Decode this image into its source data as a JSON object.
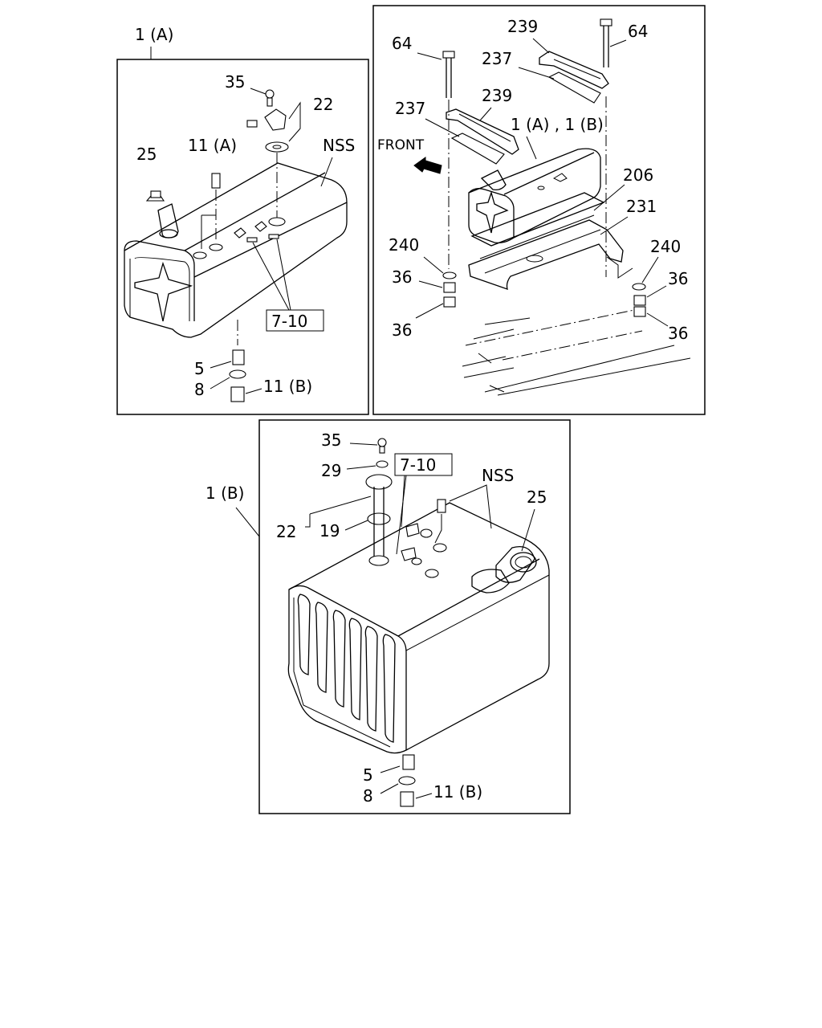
{
  "panels": {
    "top_left": {
      "title": "1 (A)",
      "labels": {
        "p35": "35",
        "p22": "22",
        "p25": "25",
        "p11a": "11 (A)",
        "nss": "NSS",
        "ref": "7-10",
        "p5": "5",
        "p8": "8",
        "p11b": "11 (B)"
      }
    },
    "top_right": {
      "labels": {
        "p239a": "239",
        "p64a": "64",
        "p64b": "64",
        "p237a": "237",
        "p237b": "237",
        "p239b": "239",
        "front": "FRONT",
        "tank": "1 (A) , 1 (B)",
        "p206": "206",
        "p231": "231",
        "p240a": "240",
        "p240b": "240",
        "p36a": "36",
        "p36b": "36",
        "p36c": "36",
        "p36d": "36"
      }
    },
    "bottom": {
      "title": "1 (B)",
      "labels": {
        "p35": "35",
        "p29": "29",
        "ref": "7-10",
        "nss": "NSS",
        "p25": "25",
        "p22": "22",
        "p19": "19",
        "p5": "5",
        "p8": "8",
        "p11b": "11 (B)"
      }
    }
  },
  "icons": {
    "front_arrow": "front-arrow-icon"
  }
}
